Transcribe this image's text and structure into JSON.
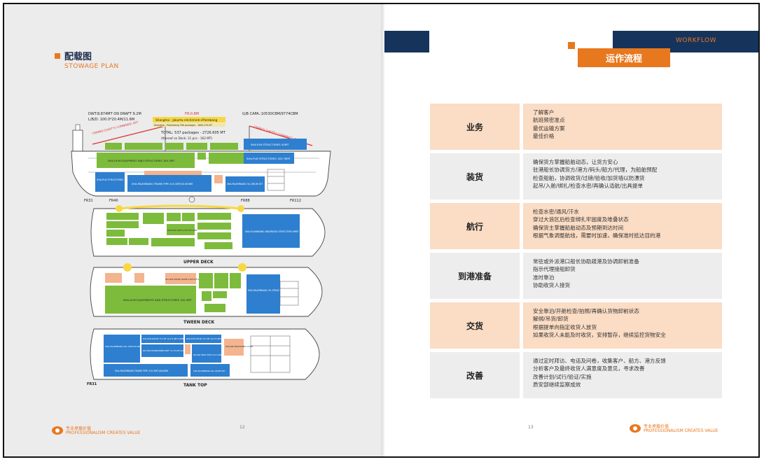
{
  "left_page": {
    "title_cn": "配载图",
    "title_en": "STOWAGE PLAN",
    "ship_info": {
      "dwt": "DWT:8,874MT ON DRAFT 9.2M",
      "lbd": "L/B/D: 100.0*20.4M/11.6M",
      "fr": "FR:0.8M",
      "capa": "G/B CAPA.:10530CBM/9774CBM",
      "route": "Shanghai - Jakarta+Hchiminh+Plembang",
      "route_sub": "Shanghai - Palembang 356 packages - 1800.233 MT",
      "total": "TOTAL: 537 packages - 2726.605 MT",
      "thereof": "(thereof on Deck: 11 pcs - 162 MT)",
      "cranes": "CRANES:2x60T*2 COMBINED: 80T"
    },
    "frames": {
      "fr31": "FR31",
      "fr40": "FR40",
      "fr88": "FR88",
      "fr112": "FR112"
    },
    "profile_cargo": {
      "equip": "SHA-HCM EQUIPMENT AND STRUCTURES 183.3MT",
      "frame_pipe": "SHA-PALEMBANG FRAME PIPE 419.3MT/40.6CBM",
      "pdg_top": "SHA-PLB STRUCTURES 40MT",
      "pdg_hold": "SHA-PLB STRUCTURES 183.78MT",
      "oil_drum": "SHA-PALEMBANG OIL DRUM SET",
      "plb_left": "SHA-PLB STRUCTURES"
    },
    "upper_deck": {
      "label": "UPPER DECK",
      "plb_indonesia": "SHA-PLAEMBANG INDONESIA STRUCTURE 69MT",
      "small": "SHA-HCM VOWT 6.46*4.8*3.28M"
    },
    "tween_deck": {
      "label": "TWEEN DECK",
      "equip": "SHA-HCM EQUIPMENTS AND STRUCTURES 342.5MT",
      "plb_oil": "SHA-PALEMBANG OIL STRUCTURES 183.5MT",
      "stator": "SHA-HCM STATOR COVERT 6.48*4.8*5.98M"
    },
    "tank_top": {
      "label": "TANK TOP",
      "plb_oil": "SHA-PALEMBANG OIL STRUCTURES 474.5MT",
      "rotor1": "SHA-HCM ROTOR 75.3 MT 16.1*2.485*3.98M",
      "rotor2": "SHA-HCM ROTOR 75.3 MT 16.1*2.485*3.98M",
      "transformer": "SHA-HCM TRANSFORMER 60MT* 11.3*4.28*4.79M",
      "frame_pipe": "SHA-PALEMBANG FRAME PIPE 419.3MT/404CBM",
      "drum_vowt": "SHA-PLB DRUM VOWT 16.1*2.485*3.98M",
      "oil_drum": "SHA-PLAEMBANG OIL DRUM SET",
      "right_struct": "SHA-PLB STRUCTURES 3.37MT",
      "fr31": "FR31"
    },
    "footer": {
      "cn": "专业承载价值",
      "en": "PROFESSIONALISM CREATES VALUE",
      "page": "12"
    }
  },
  "right_page": {
    "workflow_en": "WORKFLOW",
    "title_cn": "运作流程",
    "stages": [
      {
        "name": "业务",
        "lines": [
          "了解客户",
          "航班频密准点",
          "最优运输方案",
          "最佳价格"
        ]
      },
      {
        "name": "装货",
        "lines": [
          "确保货方掌握船舶动态，让货方安心",
          "驻港船长协调货方/港方/码头/船方/代理，为船舶预配",
          "检查船舶，协调收货/过磅/验收/加货墙以防漂货",
          "起吊/入舱/绑扎/检查水密/再确认适航/出具提单"
        ]
      },
      {
        "name": "航行",
        "lines": [
          "检查水密/通风/汗水",
          "穿过大浪区后检查绑扎牢固度及堆叠状态",
          "确保货主掌握船舶动态及预期到达时间",
          "根据气象调整航线，需要时加速，确保准时抵达目的港"
        ]
      },
      {
        "name": "到港准备",
        "lines": [
          "常驻或外派港口船长协助疏港及协调卸前准备",
          "指示代理接船卸货",
          "准时靠泊",
          "协助收货人接货"
        ]
      },
      {
        "name": "交货",
        "lines": [
          "安全靠泊/开舱检查/拍照/再确认货物卸前状态",
          "解绑/吊货/卸货",
          "根据提单向指定收货人放货",
          "如果收货人未能及时收货，安排暂存，继续监控货物安全"
        ]
      },
      {
        "name": "改善",
        "lines": [
          "通过定时拜访、电话及问卷，收集客户、船方、港方反馈",
          "分析客户及最终收货人满意度及意见，寻求改善",
          "改善计划/试行/验证/实施",
          "质安部继续监察成效"
        ]
      }
    ],
    "footer": {
      "cn": "专业承载价值",
      "en": "PROFESSIONALISM CREATES VALUE",
      "page": "13"
    }
  },
  "colors": {
    "orange": "#e8781e",
    "navy": "#16335c",
    "peach": "#fbdcc4",
    "grey": "#ededee",
    "cargo_green": "#7dbb3c",
    "cargo_blue": "#2e7fcf",
    "cargo_salmon": "#f3b48f",
    "crane_yellow": "#f7d843"
  }
}
